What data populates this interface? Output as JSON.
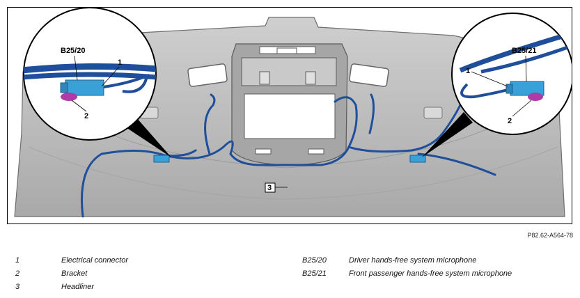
{
  "figure": {
    "code": "P82.62-A564-78",
    "callouts": {
      "left_mic": "B25/20",
      "right_mic": "B25/21",
      "connector": "1",
      "bracket": "2",
      "headliner": "3"
    }
  },
  "legend": {
    "left": [
      {
        "num": "1",
        "text": "Electrical connector"
      },
      {
        "num": "2",
        "text": "Bracket"
      },
      {
        "num": "3",
        "text": "Headliner"
      }
    ],
    "right": [
      {
        "num": "B25/20",
        "text": "Driver hands-free system microphone"
      },
      {
        "num": "B25/21",
        "text": "Front passenger hands-free system microphone"
      }
    ]
  },
  "colors": {
    "headliner": "#bdbdbd",
    "cable": "#1f4f9a",
    "connector": "#3aa0d8",
    "bracket": "#b23aa8"
  }
}
